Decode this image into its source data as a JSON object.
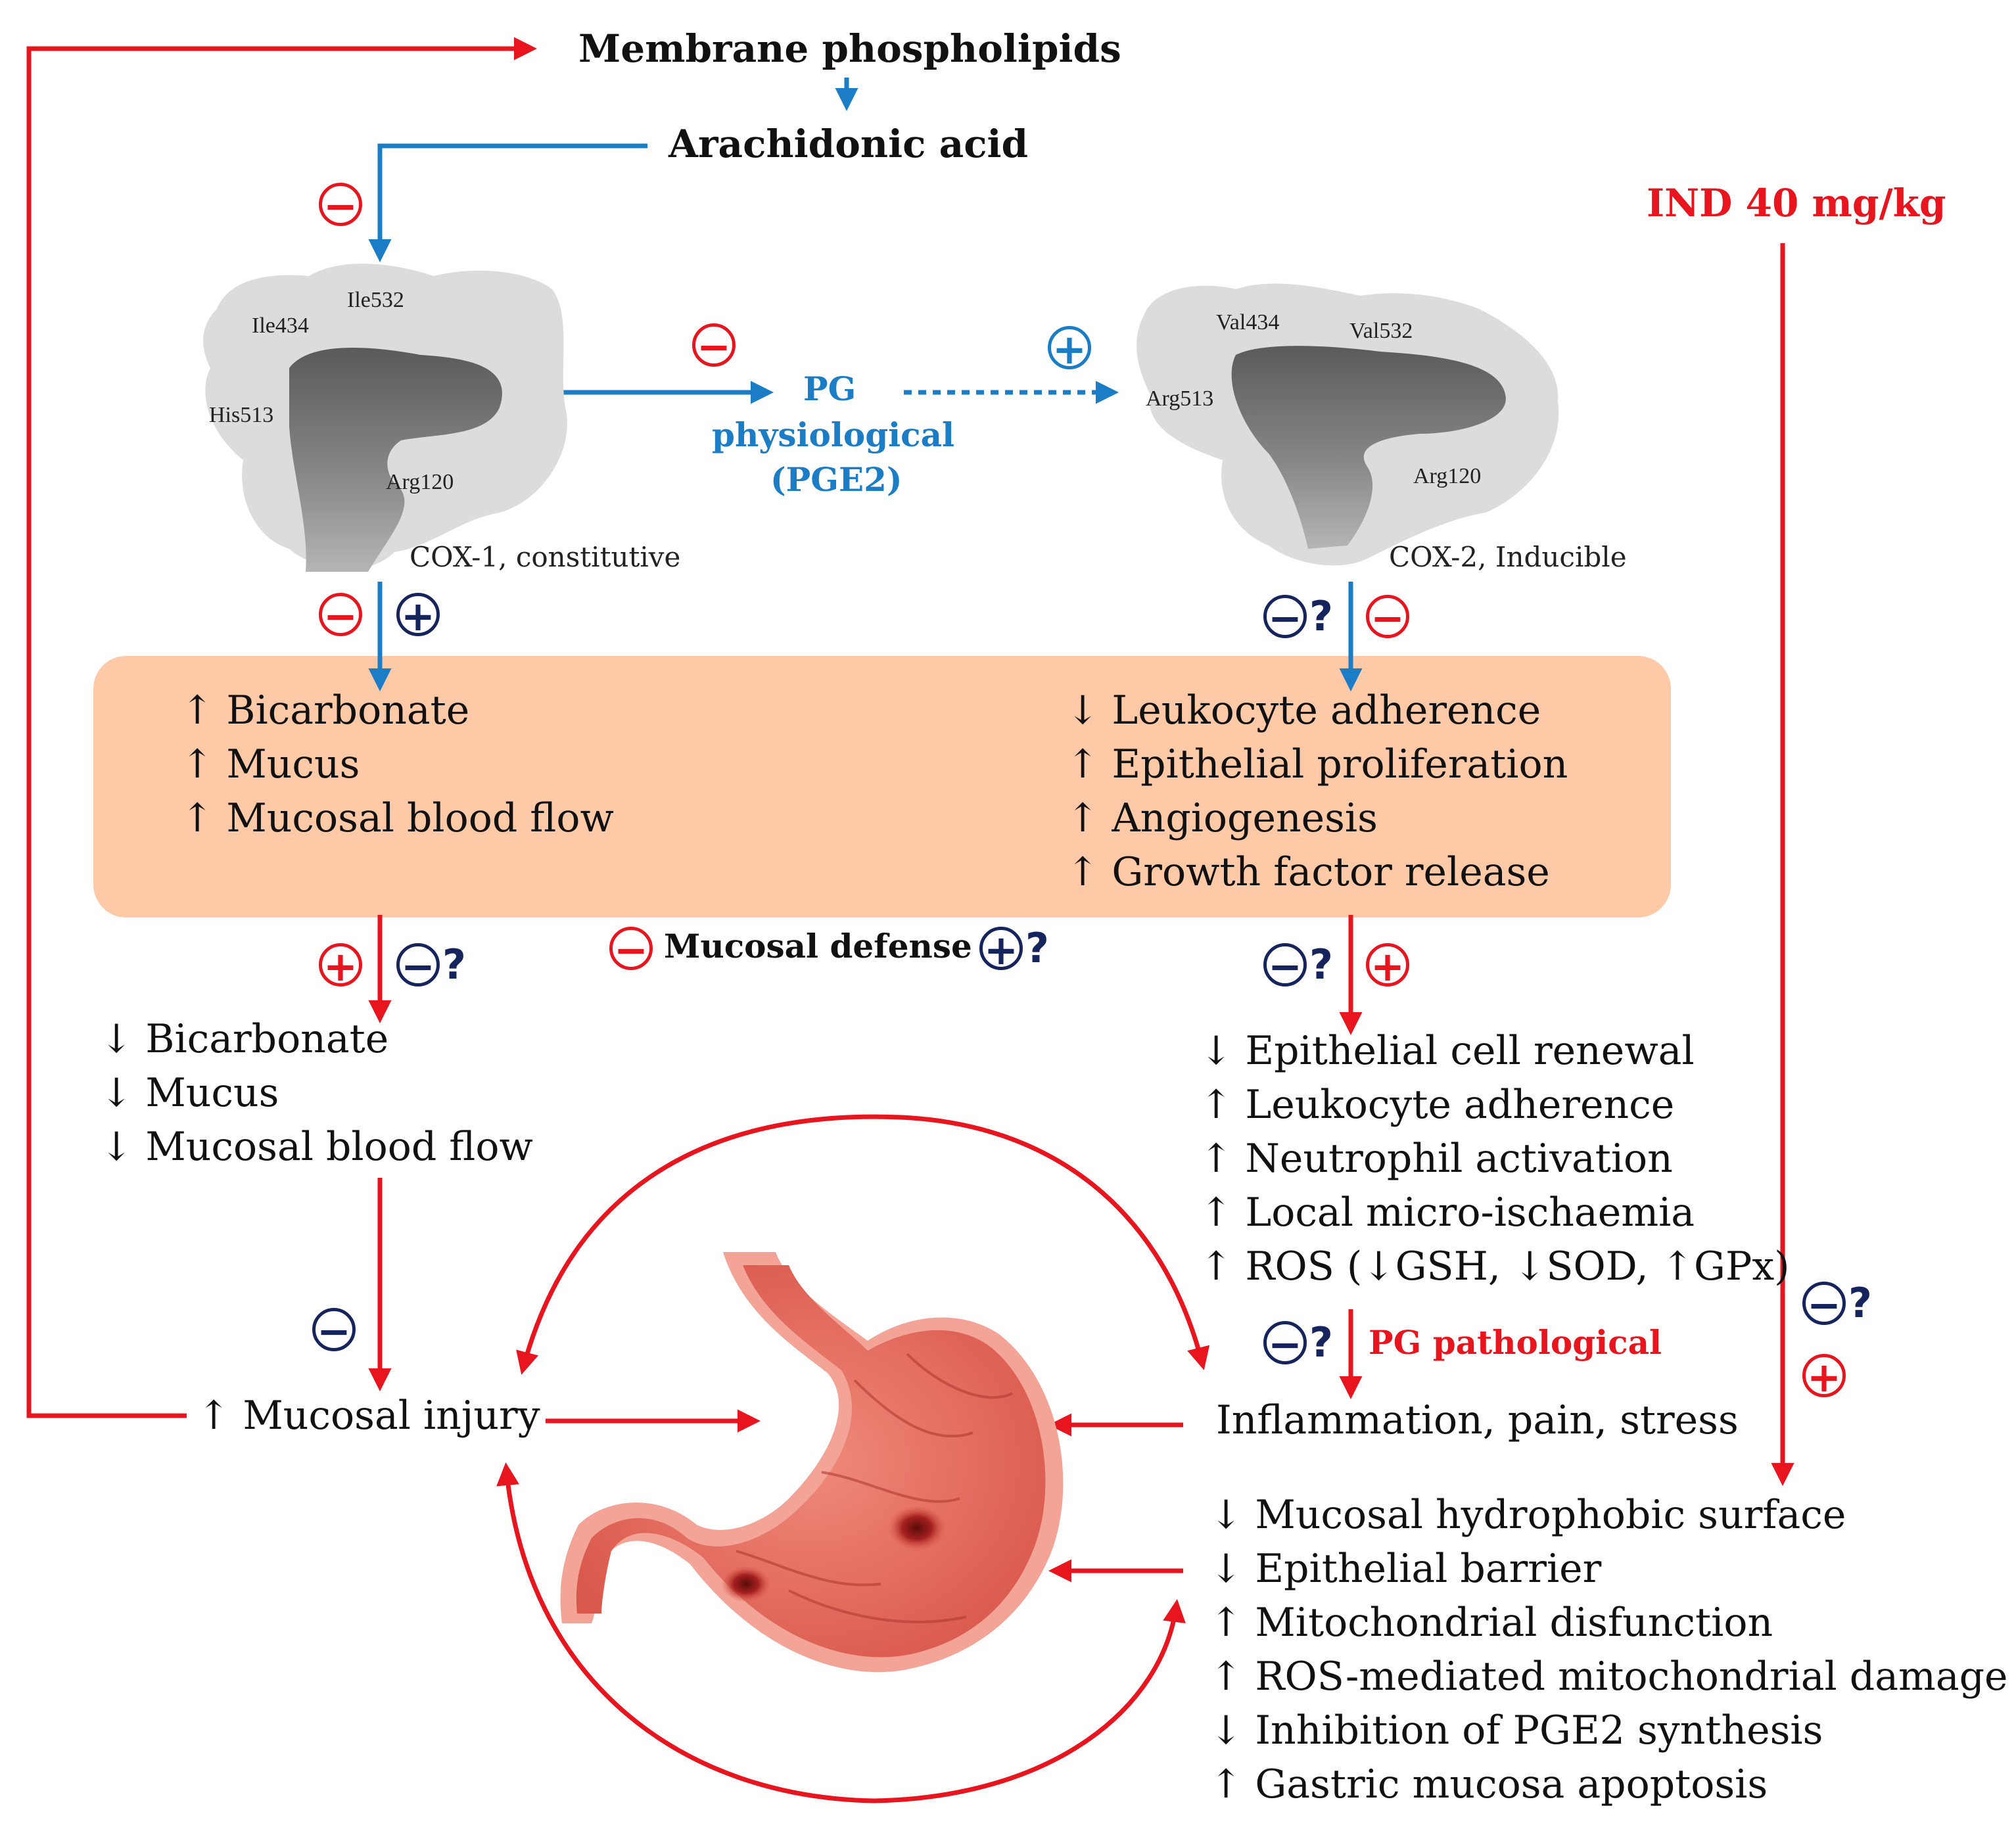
{
  "top": {
    "membrane": "Membrane phospholipids",
    "arachidonic": "Arachidonic acid",
    "ind": "IND 40 mg/kg"
  },
  "cox1": {
    "residues": [
      "Ile532",
      "Ile434",
      "His513",
      "Arg120"
    ],
    "caption": "COX-1, constitutive"
  },
  "cox2": {
    "residues": [
      "Val434",
      "Val532",
      "Arg513",
      "Arg120"
    ],
    "caption": "COX-2, Inducible"
  },
  "pg_physiological": [
    "PG",
    "physiological",
    "(PGE2)"
  ],
  "defense_box": {
    "left": [
      "↑ Bicarbonate",
      "↑ Mucus",
      "↑ Mucosal blood flow"
    ],
    "right": [
      "↓ Leukocyte adherence",
      "↑ Epithelial proliferation",
      "↑ Angiogenesis",
      "↑ Growth factor release"
    ]
  },
  "mucosal_defense": "Mucosal defense",
  "left_effects": [
    "↓ Bicarbonate",
    "↓ Mucus",
    "↓ Mucosal blood flow"
  ],
  "right_effects": [
    "↓ Epithelial cell renewal",
    "↑ Leukocyte adherence",
    "↑ Neutrophil activation",
    "↑ Local micro-ischaemia",
    "↑ ROS (↓GSH, ↓SOD, ↑GPx)"
  ],
  "pg_pathological": "PG pathological",
  "mucosal_injury": "↑ Mucosal injury",
  "inflammation": "Inflammation, pain, stress",
  "ind_effects": [
    "↓ Mucosal hydrophobic surface",
    "↓ Epithelial barrier",
    "↑ Mitochondrial disfunction",
    "↑ ROS-mediated mitochondrial damage",
    "↓ Inhibition of PGE2 synthesis",
    "↑ Gastric mucosa apoptosis"
  ],
  "symbols": {
    "minus": "−",
    "plus": "+",
    "question": "?"
  },
  "colors": {
    "red": "#e8141e",
    "blue": "#1a7dc6",
    "navy": "#16245e",
    "box": "#fdc9a6",
    "blob": "#dcdcdc"
  }
}
